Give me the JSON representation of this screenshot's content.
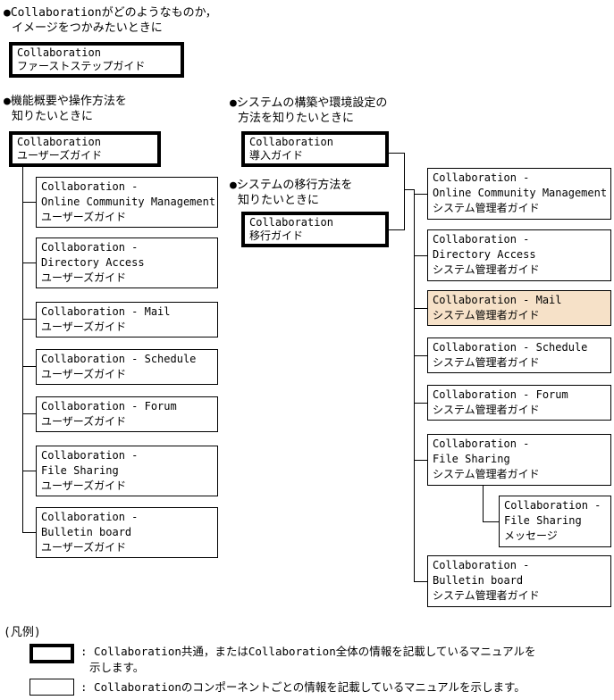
{
  "colors": {
    "line": "#000000",
    "highlight_fill": "#F6E1C8",
    "background": "#ffffff"
  },
  "sections": {
    "first_step": {
      "heading_line1": "●Collaborationがどのようなものか，",
      "heading_line2": "イメージをつかみたいときに",
      "box": {
        "lines": [
          "Collaboration",
          "ファーストステップガイド"
        ]
      }
    },
    "user_guides": {
      "heading_line1": "●機能概要や操作方法を",
      "heading_line2": "知りたいときに",
      "root_box": {
        "lines": [
          "Collaboration",
          "ユーザーズガイド"
        ]
      },
      "children": [
        {
          "lines": [
            "Collaboration -",
            "Online Community Management",
            "ユーザーズガイド"
          ]
        },
        {
          "lines": [
            "Collaboration -",
            "Directory Access",
            "ユーザーズガイド"
          ]
        },
        {
          "lines": [
            "Collaboration - Mail",
            "ユーザーズガイド"
          ]
        },
        {
          "lines": [
            "Collaboration - Schedule",
            "ユーザーズガイド"
          ]
        },
        {
          "lines": [
            "Collaboration - Forum",
            "ユーザーズガイド"
          ]
        },
        {
          "lines": [
            "Collaboration -",
            "File Sharing",
            "ユーザーズガイド"
          ]
        },
        {
          "lines": [
            "Collaboration -",
            "Bulletin board",
            "ユーザーズガイド"
          ]
        }
      ]
    },
    "setup": {
      "heading_line1": "●システムの構築や環境設定の",
      "heading_line2": "方法を知りたいときに",
      "box": {
        "lines": [
          "Collaboration",
          "導入ガイド"
        ]
      }
    },
    "migration": {
      "heading_line1": "●システムの移行方法を",
      "heading_line2": "知りたいときに",
      "box": {
        "lines": [
          "Collaboration",
          "移行ガイド"
        ]
      }
    },
    "admin_guides": {
      "children": [
        {
          "lines": [
            "Collaboration -",
            "Online Community Management",
            "システム管理者ガイド"
          ]
        },
        {
          "lines": [
            "Collaboration -",
            "Directory Access",
            "システム管理者ガイド"
          ]
        },
        {
          "lines": [
            "Collaboration - Mail",
            "システム管理者ガイド"
          ],
          "highlighted": true
        },
        {
          "lines": [
            "Collaboration - Schedule",
            "システム管理者ガイド"
          ]
        },
        {
          "lines": [
            "Collaboration - Forum",
            "システム管理者ガイド"
          ]
        },
        {
          "lines": [
            "Collaboration -",
            "File Sharing",
            "システム管理者ガイド"
          ]
        },
        {
          "lines": [
            "Collaboration -",
            "Bulletin board",
            "システム管理者ガイド"
          ]
        }
      ],
      "nested_message_box": {
        "lines": [
          "Collaboration -",
          "File Sharing",
          "メッセージ"
        ]
      }
    },
    "legend": {
      "title": "(凡例)",
      "thick_item_line1": ": Collaboration共通，またはCollaboration全体の情報を記載しているマニュアルを",
      "thick_item_line2": "示します。",
      "thin_item_text": ": Collaborationのコンポーネントごとの情報を記載しているマニュアルを示します。"
    }
  }
}
